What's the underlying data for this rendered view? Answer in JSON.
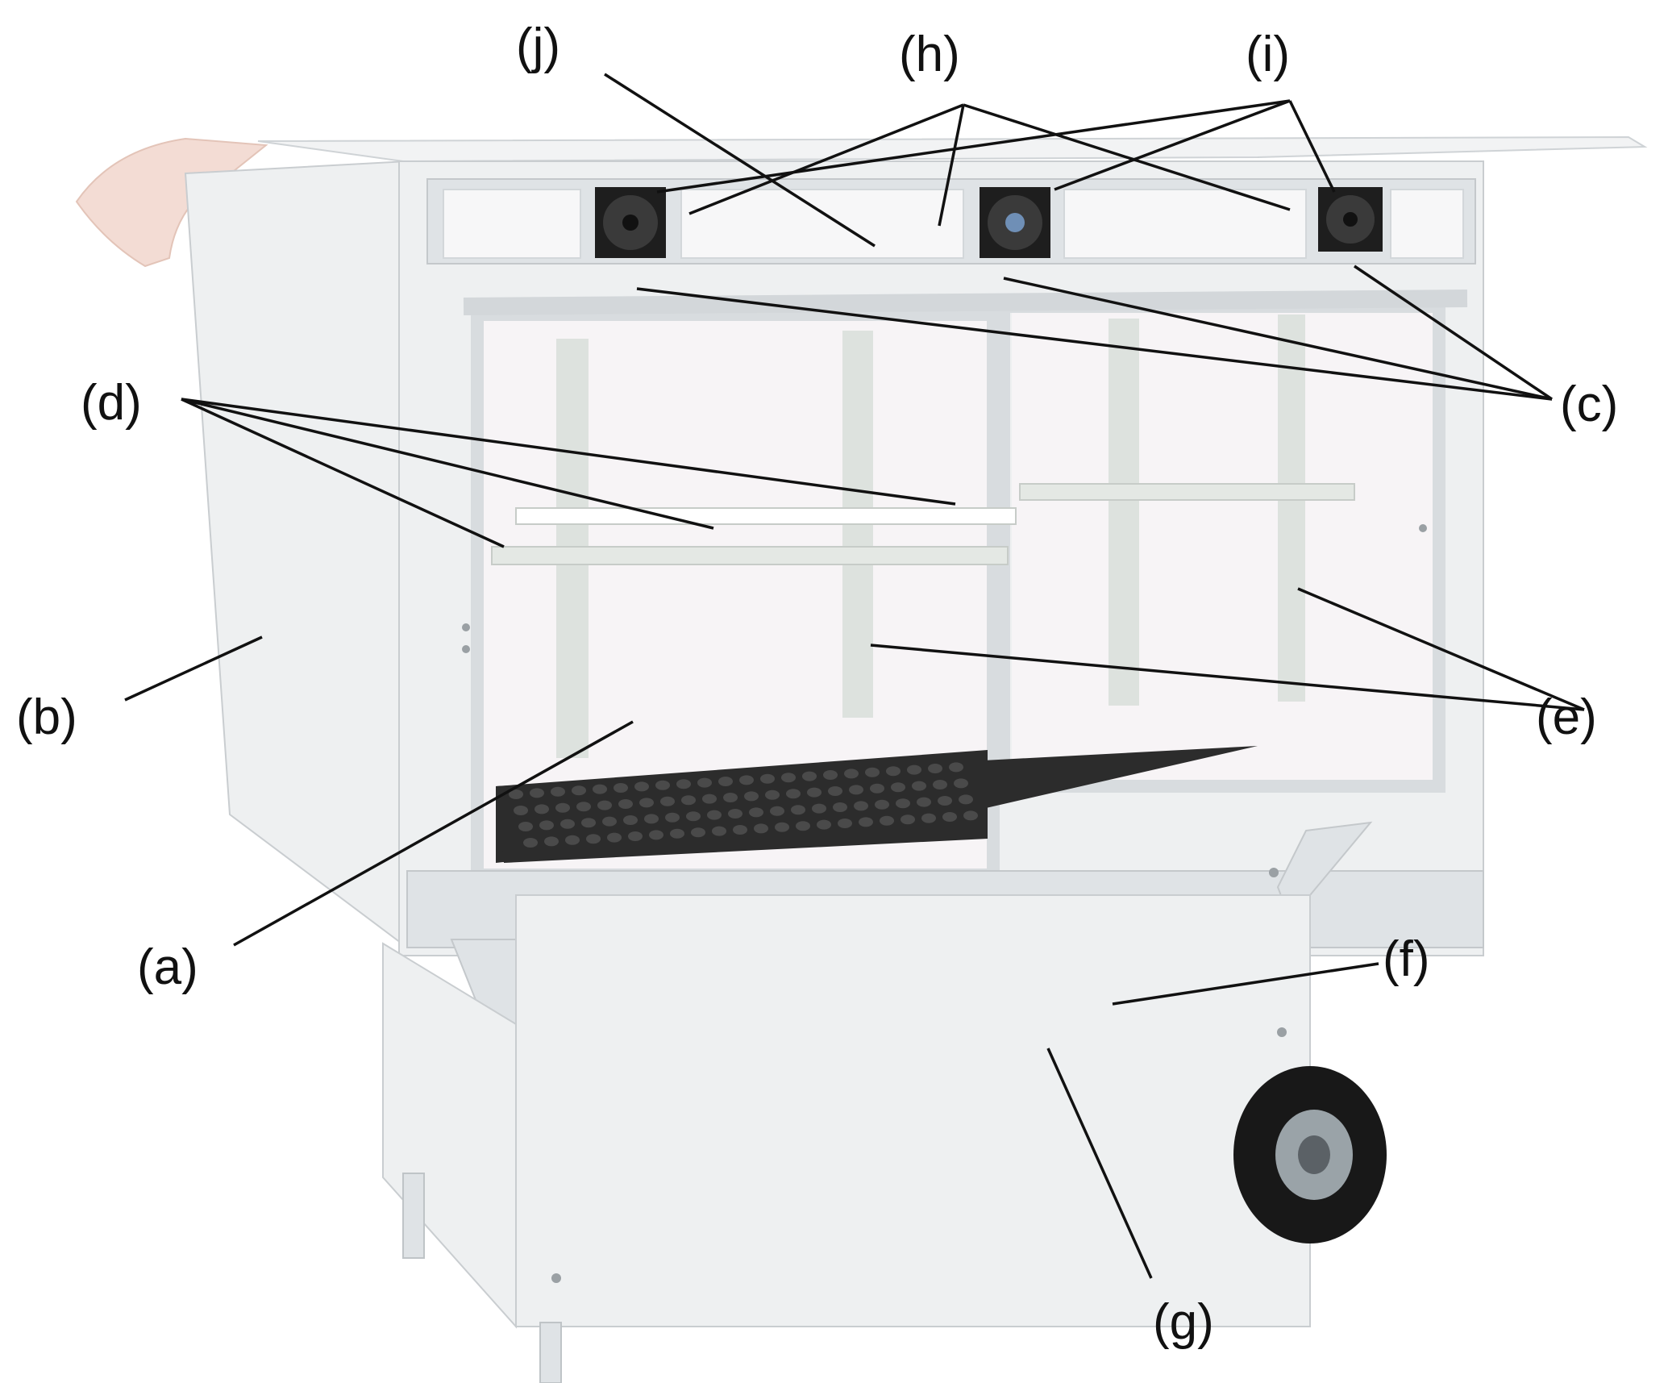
{
  "figure": {
    "labels": {
      "a": "(a)",
      "b": "(b)",
      "c": "(c)",
      "d": "(d)",
      "e": "(e)",
      "f": "(f)",
      "g": "(g)",
      "h": "(h)",
      "i": "(i)",
      "j": "(j)"
    },
    "colors": {
      "panel": "#eef0f1",
      "tray": "#2c2c2c",
      "fan": "#1e1e1e",
      "shade": "#f3dcd4",
      "leader": "#111111"
    }
  }
}
